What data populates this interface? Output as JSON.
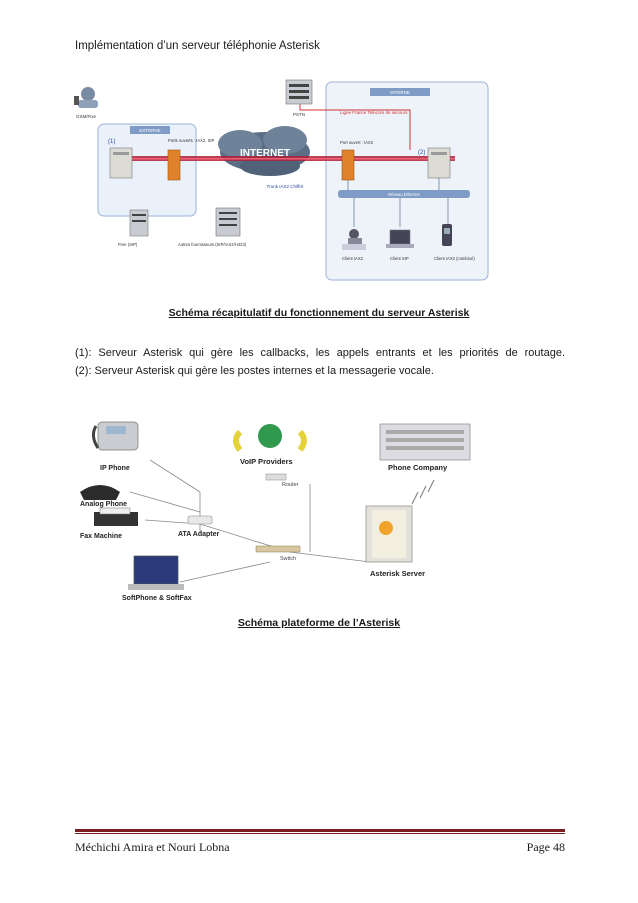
{
  "header": {
    "title": "Implémentation d’un serveur téléphonie Asterisk"
  },
  "figure1": {
    "labels": {
      "gsm": "GSM/Fixe",
      "pstn": "PSTN",
      "interne": "INTERNE",
      "externe": "EXTERNE",
      "secours": "Ligne France Telecom de secours",
      "internet": "INTERNET",
      "marker1": "(1)",
      "marker2": "(2)",
      "ports_open": "Ports ouverts : IAX2, SIP",
      "port_open": "Port ouvert : IAX2",
      "trunk": "Trunk IAX2 Chiffré",
      "reseau": "Réseau Ethernet",
      "free_sip": "Free (SIP)",
      "autres": "Autres fournisseurs (SIP/IAX2/H323)",
      "client_iax2": "Client IAX2",
      "client_sip": "Client SIP",
      "client_iax2_combine": "Client IAX2 (combiné)"
    },
    "caption": "Schéma récapitulatif du fonctionnement du serveur Asterisk"
  },
  "notes": {
    "line1": "(1): Serveur Asterisk qui gère les callbacks, les appels entrants et les priorités de routage.",
    "line2": "(2): Serveur Asterisk qui gère les postes internes et la messagerie vocale."
  },
  "figure2": {
    "labels": {
      "ip_phone": "IP Phone",
      "analog_phone": "Analog Phone",
      "fax_machine": "Fax Machine",
      "softphone": "SoftPhone & SoftFax",
      "voip_providers": "VoIP Providers",
      "router": "Router",
      "ata_adapter": "ATA Adapter",
      "switch": "Switch",
      "phone_company": "Phone Company",
      "asterisk_server": "Asterisk Server"
    },
    "caption": "Schéma plateforme de l’Asterisk"
  },
  "footer": {
    "authors": "Méchichi Amira et Nouri Lobna",
    "page": "Page 48"
  }
}
